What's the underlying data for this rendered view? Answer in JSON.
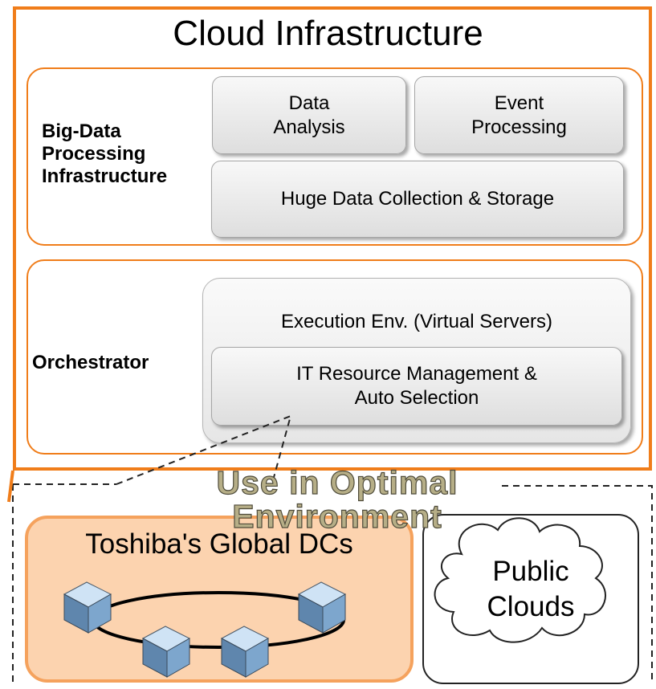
{
  "title": "Cloud Infrastructure",
  "big_data": {
    "label": "Big-Data\nProcessing\nInfrastructure",
    "boxes": {
      "data_analysis": "Data\nAnalysis",
      "event_processing": "Event\nProcessing",
      "huge_data": "Huge Data Collection & Storage"
    }
  },
  "orchestrator": {
    "label": "Orchestrator",
    "execution_env": "Execution Env. (Virtual Servers)",
    "it_resource": "IT Resource Management &\nAuto Selection"
  },
  "callout": "Use in Optimal\nEnvironment",
  "datacenters": {
    "title": "Toshiba's Global DCs",
    "icon": "office-building-icon"
  },
  "public_clouds": "Public\nClouds",
  "colors": {
    "accent_orange": "#f07d1a",
    "dc_fill": "#fcd3af",
    "callout_text": "#b6ae87"
  }
}
